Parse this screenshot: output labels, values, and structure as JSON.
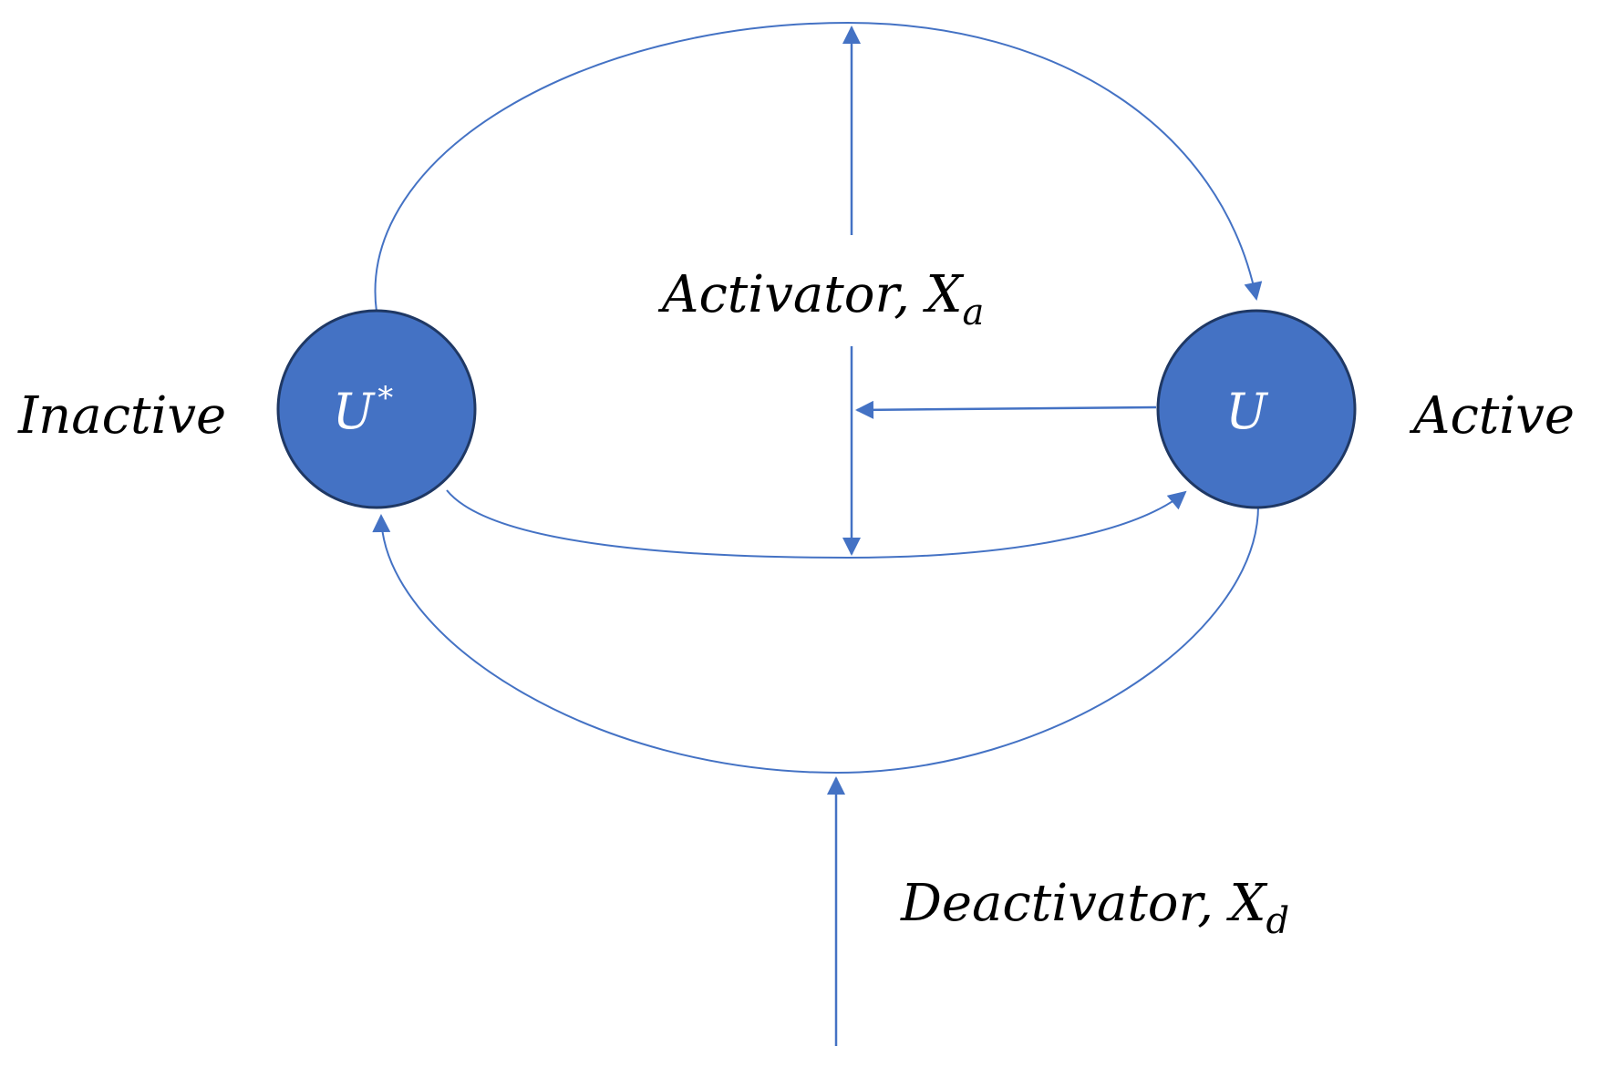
{
  "nodes": {
    "inactive": {
      "symbol_base": "U",
      "symbol_sup": "*",
      "state_label": "Inactive"
    },
    "active": {
      "symbol": "U",
      "state_label": "Active"
    }
  },
  "labels": {
    "activator": {
      "text": "Activator, X",
      "subscript": "a"
    },
    "deactivator": {
      "text": "Deactivator, X",
      "subscript": "d"
    }
  },
  "colors": {
    "node_fill": "#4472C4",
    "node_stroke": "#1F3864",
    "edge": "#4472C4",
    "node_text": "#FFFFFF",
    "label_text": "#000000"
  }
}
